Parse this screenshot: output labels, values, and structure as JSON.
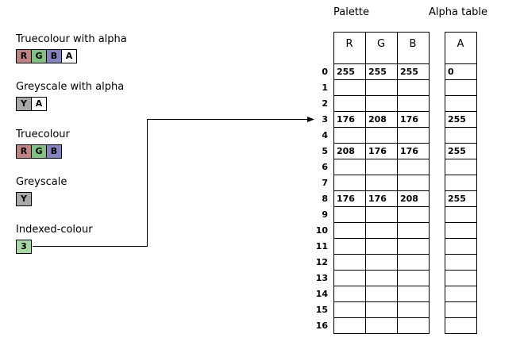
{
  "headers": {
    "palette": "Palette",
    "alpha_table": "Alpha table"
  },
  "columns": {
    "r": "R",
    "g": "G",
    "b": "B",
    "a": "A"
  },
  "types": [
    {
      "label": "Truecolour with alpha",
      "chips": [
        {
          "text": "R",
          "color": "#c08383"
        },
        {
          "text": "G",
          "color": "#83c083"
        },
        {
          "text": "B",
          "color": "#8383c0"
        },
        {
          "text": "A",
          "color": "#ffffff"
        }
      ]
    },
    {
      "label": "Greyscale with alpha",
      "chips": [
        {
          "text": "Y",
          "color": "#a9a9a9"
        },
        {
          "text": "A",
          "color": "#ffffff"
        }
      ]
    },
    {
      "label": "Truecolour",
      "chips": [
        {
          "text": "R",
          "color": "#c08383"
        },
        {
          "text": "G",
          "color": "#83c083"
        },
        {
          "text": "B",
          "color": "#8383c0"
        }
      ]
    },
    {
      "label": "Greyscale",
      "chips": [
        {
          "text": "Y",
          "color": "#a9a9a9"
        }
      ]
    },
    {
      "label": "Indexed-colour",
      "chips": [
        {
          "text": "3",
          "color": "#a8d8a8"
        }
      ]
    }
  ],
  "rows": [
    {
      "index": "0",
      "r": "255",
      "g": "255",
      "b": "255",
      "a": "0"
    },
    {
      "index": "1",
      "r": "",
      "g": "",
      "b": "",
      "a": ""
    },
    {
      "index": "2",
      "r": "",
      "g": "",
      "b": "",
      "a": ""
    },
    {
      "index": "3",
      "r": "176",
      "g": "208",
      "b": "176",
      "a": "255"
    },
    {
      "index": "4",
      "r": "",
      "g": "",
      "b": "",
      "a": ""
    },
    {
      "index": "5",
      "r": "208",
      "g": "176",
      "b": "176",
      "a": "255"
    },
    {
      "index": "6",
      "r": "",
      "g": "",
      "b": "",
      "a": ""
    },
    {
      "index": "7",
      "r": "",
      "g": "",
      "b": "",
      "a": ""
    },
    {
      "index": "8",
      "r": "176",
      "g": "176",
      "b": "208",
      "a": "255"
    },
    {
      "index": "9",
      "r": "",
      "g": "",
      "b": "",
      "a": ""
    },
    {
      "index": "10",
      "r": "",
      "g": "",
      "b": "",
      "a": ""
    },
    {
      "index": "11",
      "r": "",
      "g": "",
      "b": "",
      "a": ""
    },
    {
      "index": "12",
      "r": "",
      "g": "",
      "b": "",
      "a": ""
    },
    {
      "index": "13",
      "r": "",
      "g": "",
      "b": "",
      "a": ""
    },
    {
      "index": "14",
      "r": "",
      "g": "",
      "b": "",
      "a": ""
    },
    {
      "index": "15",
      "r": "",
      "g": "",
      "b": "",
      "a": ""
    },
    {
      "index": "16",
      "r": "",
      "g": "",
      "b": "",
      "a": ""
    }
  ],
  "colors": {
    "line": "#000000",
    "background": "#ffffff"
  }
}
